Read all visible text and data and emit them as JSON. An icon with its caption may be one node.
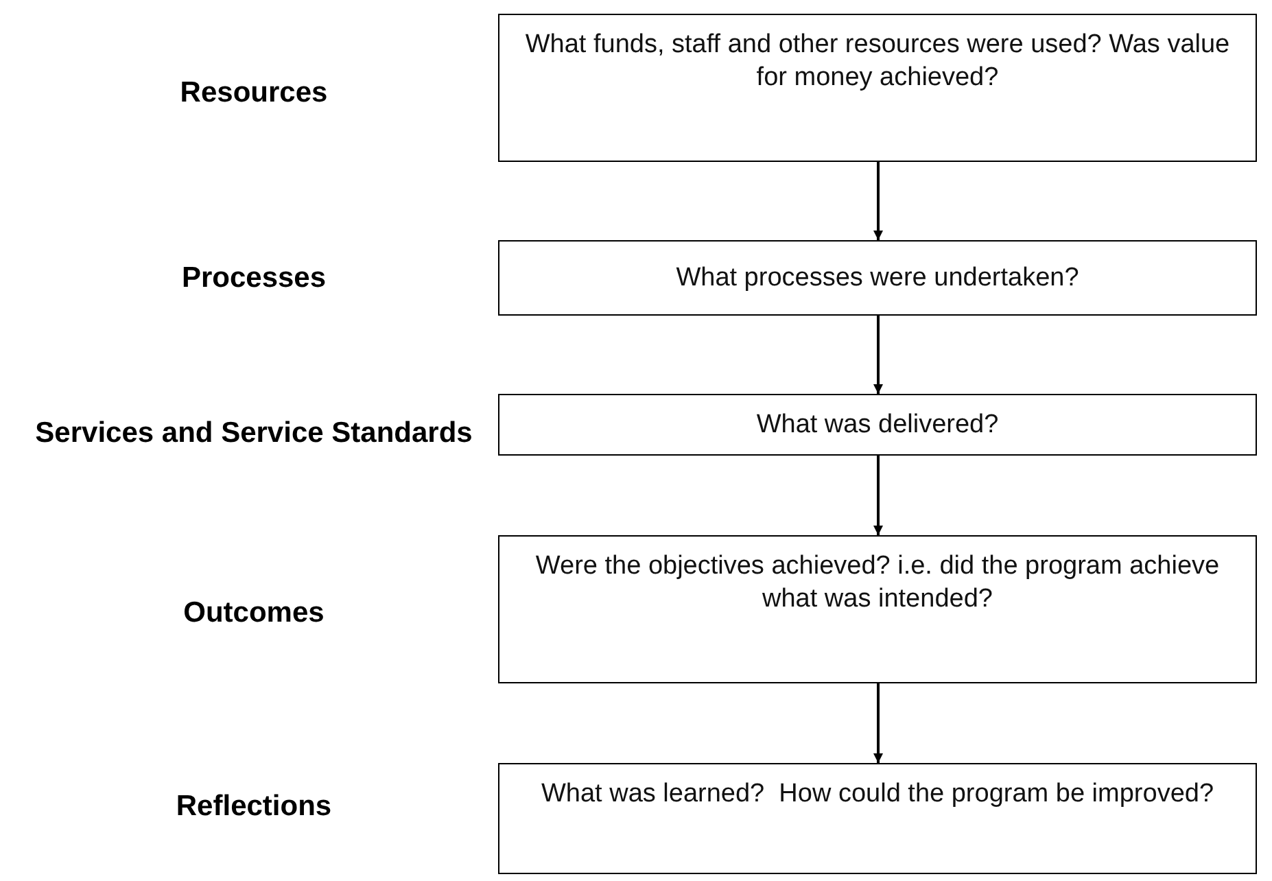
{
  "diagram": {
    "nodes": [
      {
        "text": [
          "What funds, staff and other resources were used? Was value for money achieved?"
        ]
      },
      {
        "text": [
          "What processes were undertaken?"
        ]
      },
      {
        "text": [
          "What was delivered?"
        ]
      },
      {
        "text": [
          "Were the objectives achieved? i.e. did the program achieve what was intended?"
        ]
      },
      {
        "text": [
          "What was learned?  How could the program be improved?"
        ]
      }
    ],
    "edges": [
      {
        "from": 0,
        "to": 1,
        "arrow": "to"
      },
      {
        "from": 1,
        "to": 2,
        "arrow": "to"
      },
      {
        "from": 2,
        "to": 3,
        "arrow": "to"
      },
      {
        "from": 3,
        "to": 4,
        "arrow": "to"
      }
    ],
    "labels": [
      "Resources",
      "Processes",
      "Services and Service Standards",
      "Outcomes",
      "Reflections"
    ]
  }
}
